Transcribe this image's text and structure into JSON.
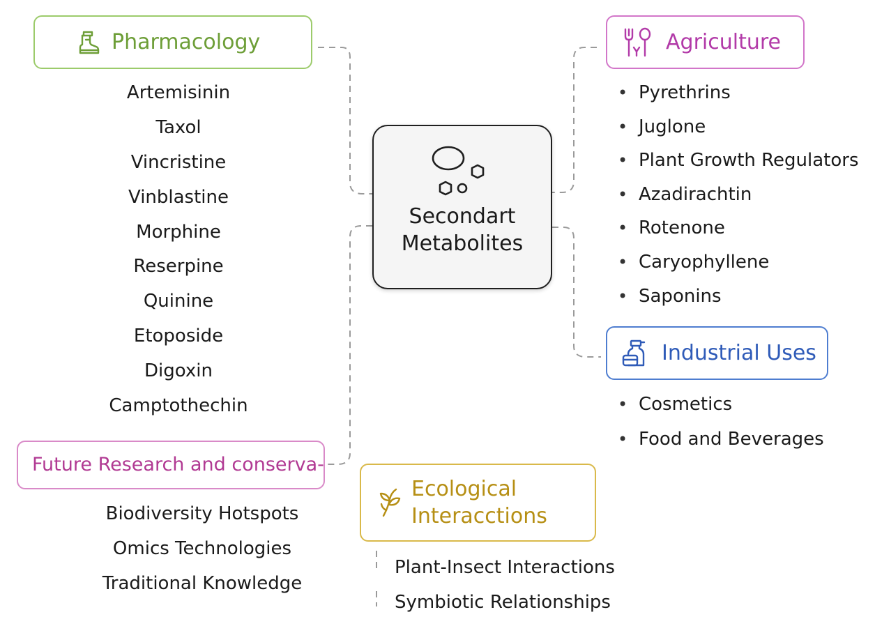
{
  "diagram": {
    "center": {
      "title": "Secondart\nMetabolites",
      "icon": "molecules-icon"
    },
    "branches": {
      "pharmacology": {
        "label": "Pharmacology",
        "color": "#6d9e37",
        "icon": "boot-icon",
        "items": [
          "Artemisinin",
          "Taxol",
          "Vincristine",
          "Vinblastine",
          "Morphine",
          "Reserpine",
          "Quinine",
          "Etoposide",
          "Digoxin",
          "Camptothechin"
        ]
      },
      "agriculture": {
        "label": "Agriculture",
        "color": "#b23aa8",
        "icon": "fork-spoon-icon",
        "items": [
          "Pyrethrins",
          "Juglone",
          "Plant Growth Regulators",
          "Azadirachtin",
          "Rotenone",
          "Caryophyllene",
          "Saponins"
        ]
      },
      "industrial": {
        "label": "Industrial Uses",
        "color": "#2f5bb8",
        "icon": "spray-bottle-icon",
        "items": [
          "Cosmetics",
          "Food and Beverages"
        ]
      },
      "future": {
        "label": "Future Research and conserva-",
        "color": "#b13a93",
        "items": [
          "Biodiversity Hotspots",
          "Omics Technologies",
          "Traditional Knowledge"
        ]
      },
      "ecological": {
        "label": "Ecological\nInteracctions",
        "color": "#b68f14",
        "icon": "plant-sprout-icon",
        "items": [
          "Plant-Insect Interactions",
          "Symbiotic Relationships"
        ]
      }
    }
  }
}
